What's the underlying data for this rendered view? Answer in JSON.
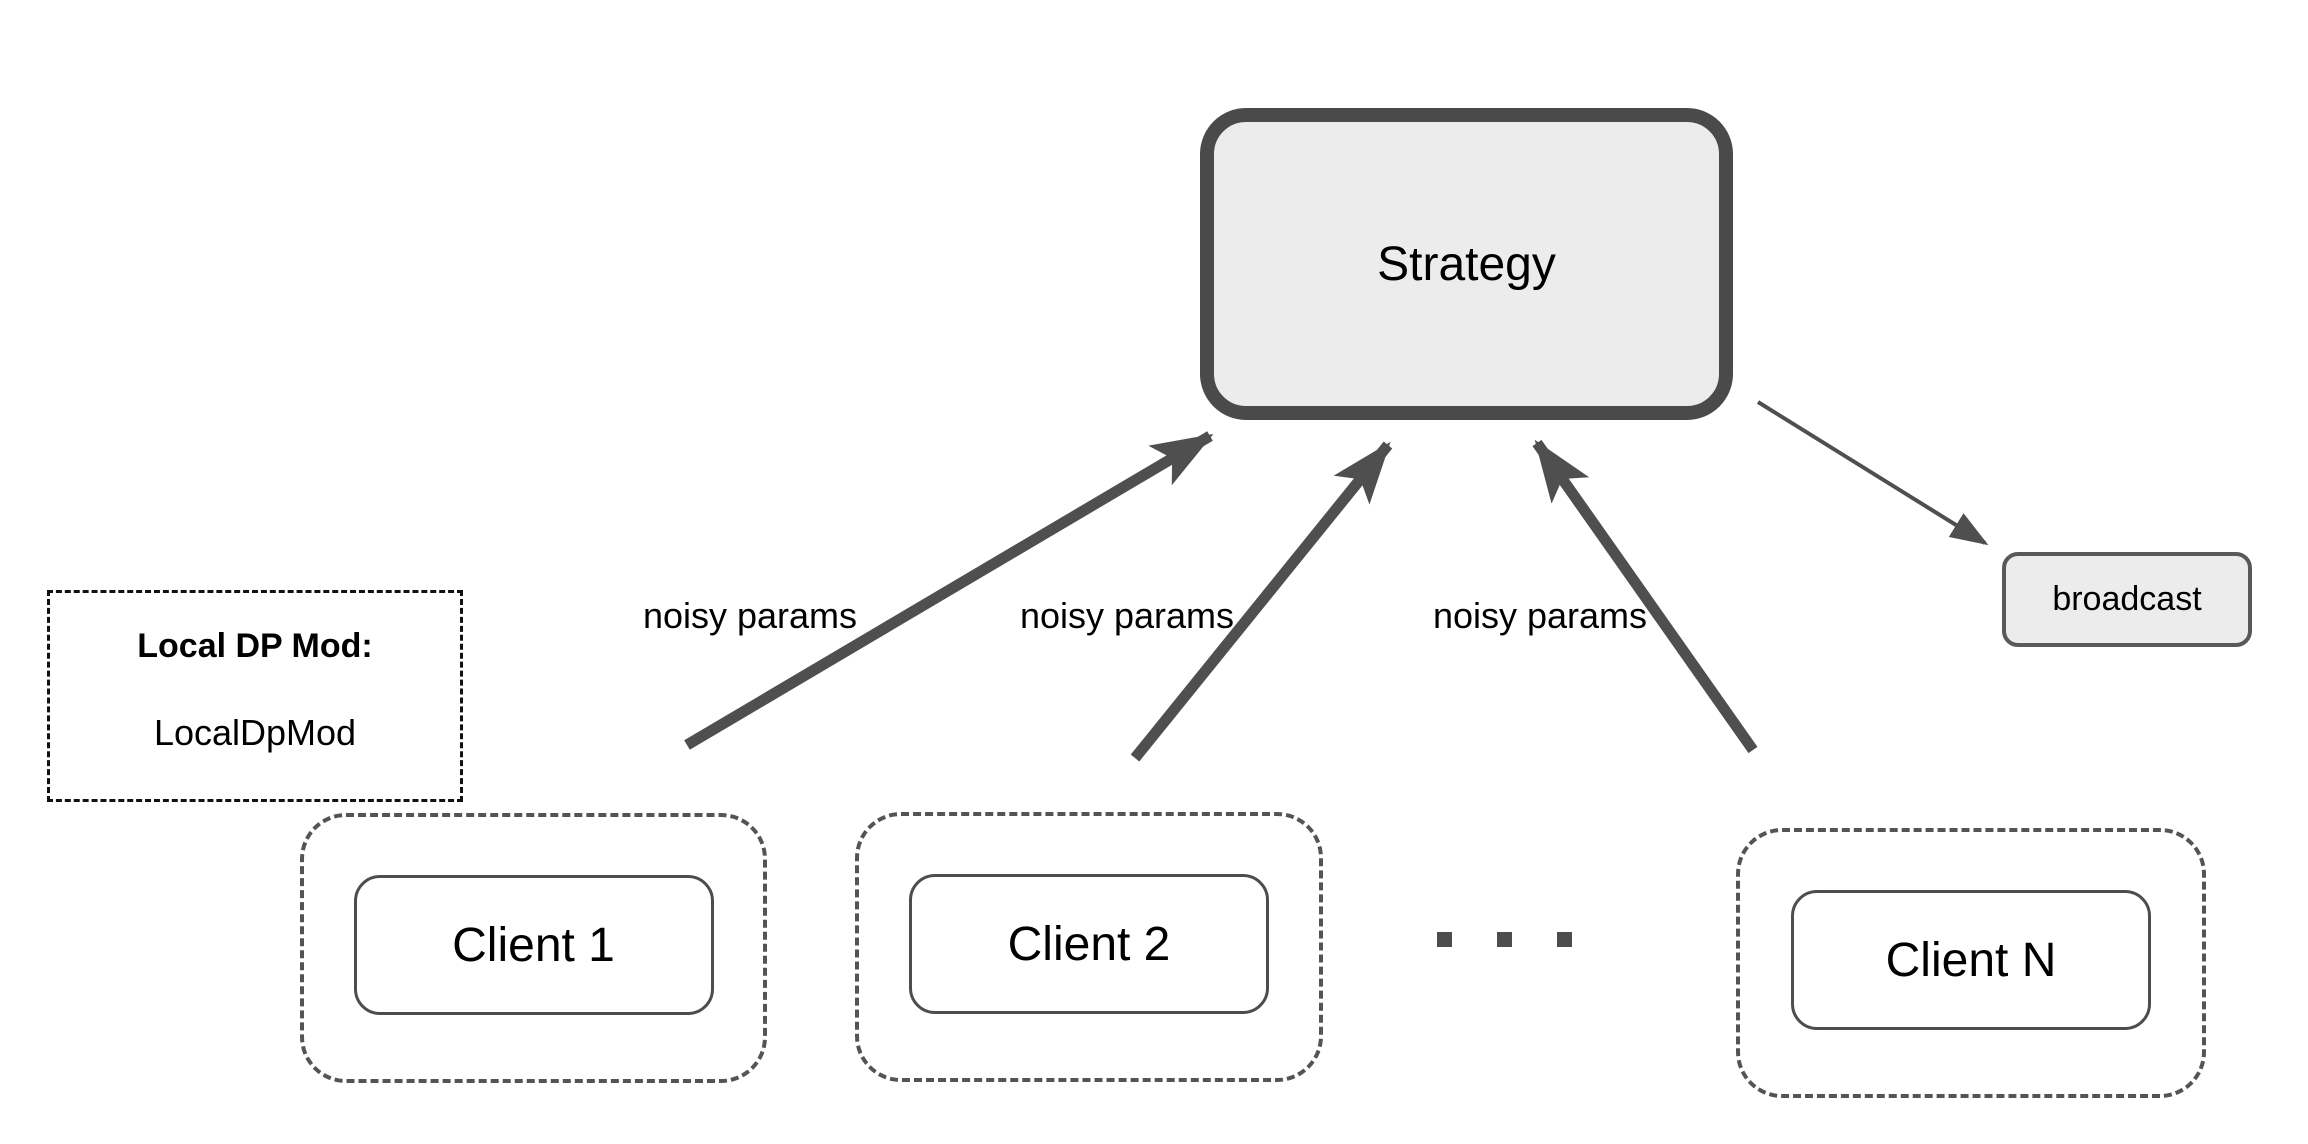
{
  "diagram": {
    "strategy": {
      "label": "Strategy"
    },
    "broadcast": {
      "label": "broadcast"
    },
    "dp_note": {
      "title": "Local DP Mod:",
      "value": "LocalDpMod"
    },
    "clients": [
      {
        "label": "Client 1"
      },
      {
        "label": "Client 2"
      },
      {
        "label": "Client N"
      }
    ],
    "arrows": [
      {
        "label": "noisy params",
        "from": "Client 1",
        "to": "Strategy"
      },
      {
        "label": "noisy params",
        "from": "Client 2",
        "to": "Strategy"
      },
      {
        "label": "noisy params",
        "from": "Client N",
        "to": "Strategy"
      },
      {
        "label": "",
        "from": "Strategy",
        "to": "broadcast"
      }
    ],
    "colors": {
      "box_fill": "#ececec",
      "stroke_dark": "#4a4a4a",
      "arrow": "#4f4f4f",
      "client_dash": "#545454",
      "note_dash": "#111111",
      "text": "#000000",
      "background": "#ffffff"
    }
  }
}
